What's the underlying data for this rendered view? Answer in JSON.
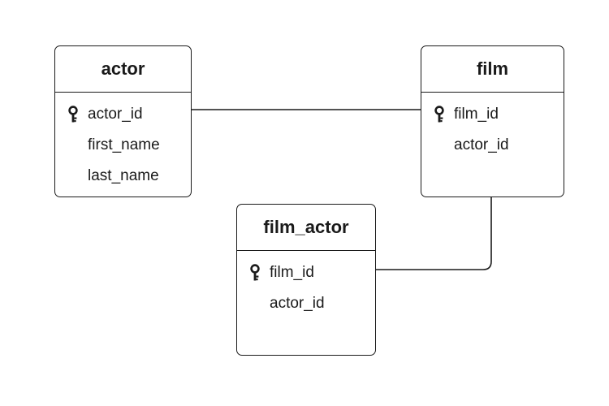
{
  "entities": {
    "actor": {
      "title": "actor",
      "fields": [
        "actor_id",
        "first_name",
        "last_name"
      ],
      "primary_key": "actor_id"
    },
    "film": {
      "title": "film",
      "fields": [
        "film_id",
        "actor_id"
      ],
      "primary_key": "film_id"
    },
    "film_actor": {
      "title": "film_actor",
      "fields": [
        "film_id",
        "actor_id"
      ],
      "primary_key": "film_id"
    }
  },
  "relationships": [
    {
      "from": "actor",
      "to": "film"
    },
    {
      "from": "film",
      "to": "film_actor"
    }
  ],
  "colors": {
    "line": "#1a1a1a",
    "background": "#ffffff"
  },
  "icons": {
    "primary_key": "key-icon"
  }
}
